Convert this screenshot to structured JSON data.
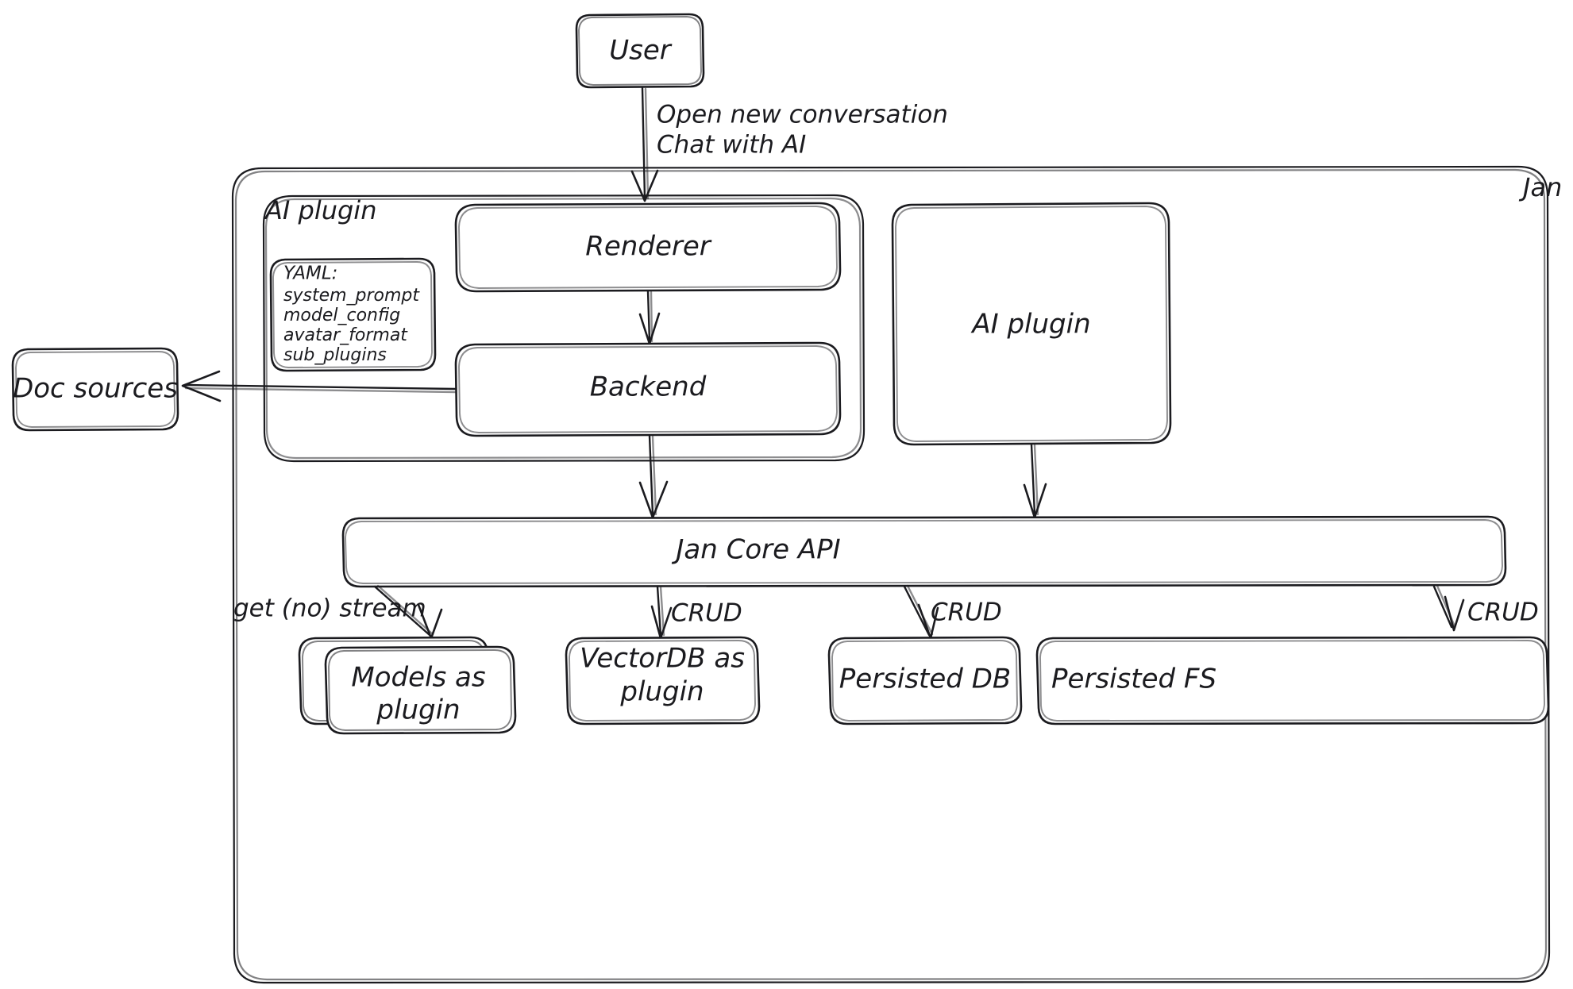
{
  "diagram": {
    "title": "Jan architecture diagram",
    "style": "hand-drawn",
    "stroke_color": "#1b1b1f",
    "background_color": "#ffffff"
  },
  "containers": {
    "jan": {
      "label": "Jan"
    },
    "ai_plugin_group": {
      "label": "AI plugin"
    }
  },
  "nodes": {
    "user": {
      "label": "User"
    },
    "renderer": {
      "label": "Renderer"
    },
    "backend": {
      "label": "Backend"
    },
    "ai_plugin": {
      "label": "AI plugin"
    },
    "jan_core_api": {
      "label": "Jan Core API"
    },
    "doc_sources": {
      "label": "Doc sources"
    },
    "models_plugin": {
      "label_line1": "Models as",
      "label_line2": "plugin"
    },
    "vectordb_plugin": {
      "label_line1": "VectorDB as",
      "label_line2": "plugin"
    },
    "persisted_db": {
      "label": "Persisted DB"
    },
    "persisted_fs": {
      "label": "Persisted FS"
    }
  },
  "yaml_card": {
    "title": "YAML:",
    "items": [
      "system_prompt",
      "model_config",
      "avatar_format",
      "sub_plugins"
    ]
  },
  "edges": {
    "user_to_renderer": {
      "label_line1": "Open new conversation",
      "label_line2": "Chat with AI"
    },
    "core_to_models": {
      "label": "get (no) stream"
    },
    "core_to_vectordb": {
      "label": "CRUD"
    },
    "core_to_db": {
      "label": "CRUD"
    },
    "core_to_fs": {
      "label": "CRUD"
    },
    "renderer_to_backend": {
      "label": ""
    },
    "backend_to_core": {
      "label": ""
    },
    "backend_to_docsources": {
      "label": ""
    },
    "aiplugin_to_core": {
      "label": ""
    }
  }
}
